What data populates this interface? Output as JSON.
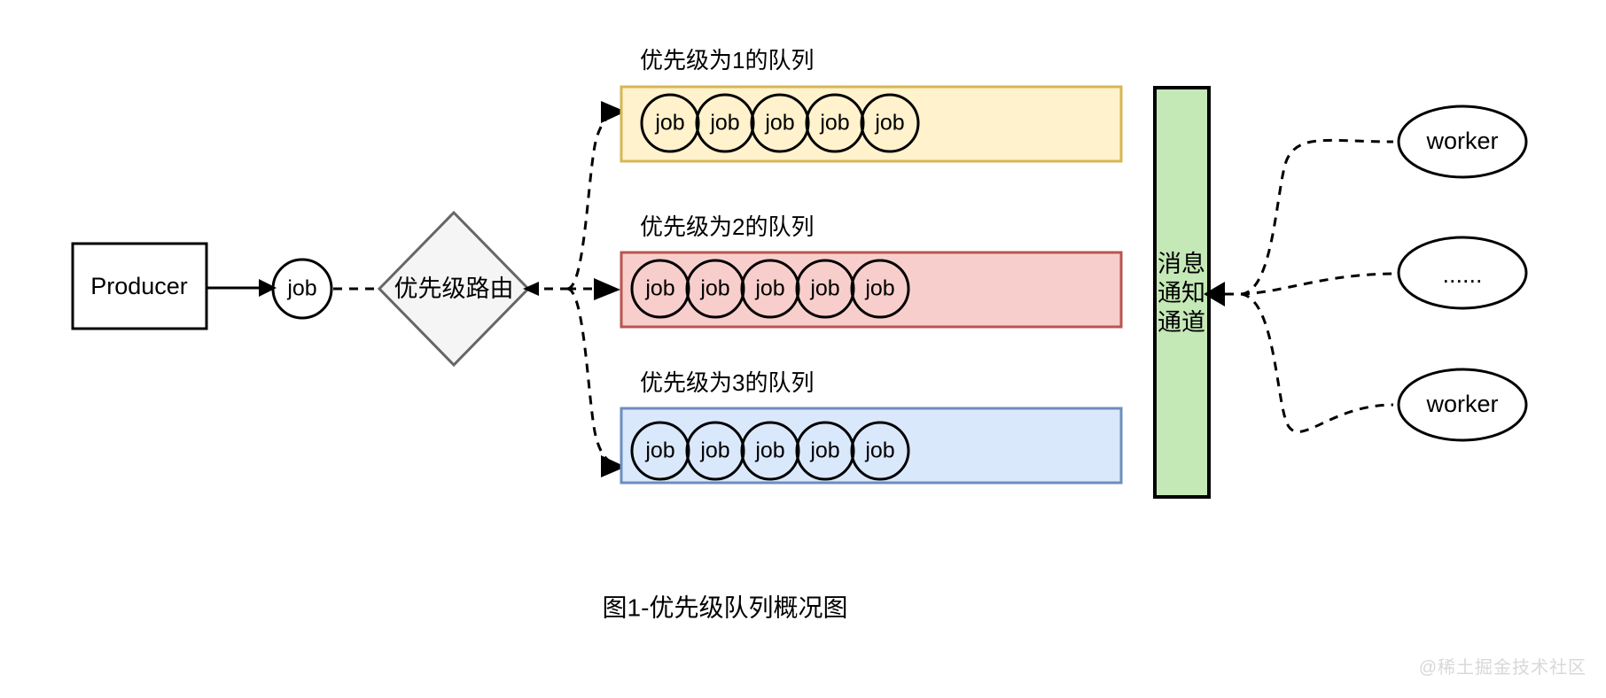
{
  "figure": {
    "caption": "图1-优先级队列概况图",
    "watermark": "@稀土掘金技术社区",
    "background": "#ffffff"
  },
  "producer": {
    "label": "Producer",
    "fill": "#ffffff",
    "stroke": "#000000"
  },
  "job_token": {
    "label": "job",
    "fill": "#ffffff",
    "stroke": "#000000"
  },
  "router": {
    "label": "优先级路由",
    "fill": "#f5f5f5",
    "stroke": "#666666"
  },
  "queues": [
    {
      "caption": "优先级为1的队列",
      "fill": "#fff2cc",
      "stroke": "#d6b656",
      "jobs": [
        "job",
        "job",
        "job",
        "job",
        "job"
      ]
    },
    {
      "caption": "优先级为2的队列",
      "fill": "#f8cecc",
      "stroke": "#b85450",
      "jobs": [
        "job",
        "job",
        "job",
        "job",
        "job"
      ]
    },
    {
      "caption": "优先级为3的队列",
      "fill": "#dae8fc",
      "stroke": "#6c8ebf",
      "jobs": [
        "job",
        "job",
        "job",
        "job",
        "job"
      ]
    }
  ],
  "channel": {
    "lines": [
      "消息",
      "通知",
      "通道"
    ],
    "fill": "#c5e8b7",
    "stroke": "#000000"
  },
  "workers": [
    {
      "label": "worker",
      "fill": "#ffffff",
      "stroke": "#000000"
    },
    {
      "label": "......",
      "fill": "#ffffff",
      "stroke": "#000000"
    },
    {
      "label": "worker",
      "fill": "#ffffff",
      "stroke": "#000000"
    }
  ]
}
